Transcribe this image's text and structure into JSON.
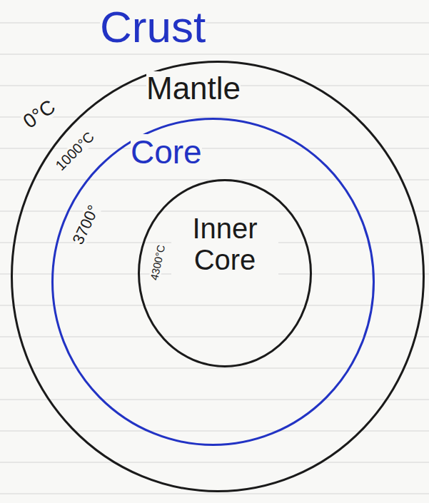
{
  "diagram": {
    "nodes": [
      {
        "text": [
          "Crust",
          "Mantle"
        ]
      },
      {
        "text": [
          "Core"
        ],
        "in": 0
      },
      {
        "text": [
          "Inner Core"
        ],
        "in": 1
      }
    ],
    "labels": [
      "0°C",
      "1000°C",
      "3700°",
      "4300°C"
    ]
  }
}
